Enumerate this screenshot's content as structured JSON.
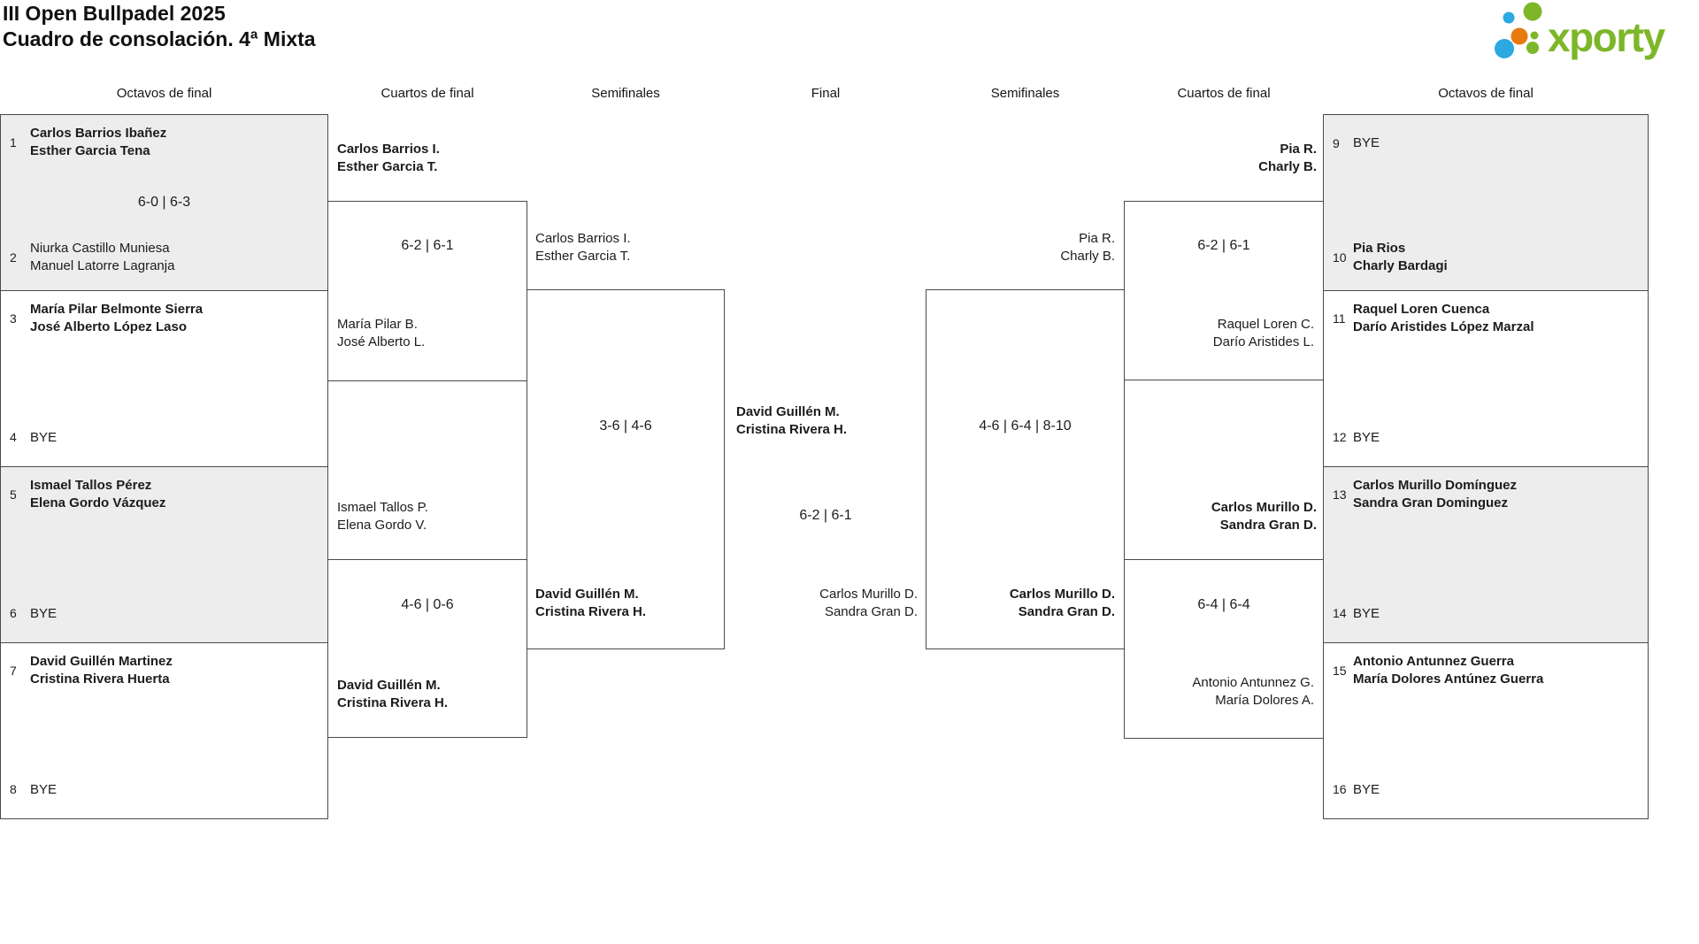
{
  "header": {
    "title_line1": "III Open Bullpadel 2025",
    "title_line2": "Cuadro de consolación. 4ª Mixta"
  },
  "logo": {
    "text": "xporty"
  },
  "colors": {
    "brand_green": "#7db629",
    "dot_blue": "#2ba9e0",
    "dot_orange": "#e8790f",
    "box_shade": "#ededed",
    "line": "#4a4a4a"
  },
  "round_labels": [
    "Octavos de final",
    "Cuartos de final",
    "Semifinales",
    "Final",
    "Semifinales",
    "Cuartos de final",
    "Octavos de final"
  ],
  "left_octavos": [
    {
      "num": "1",
      "name1": "Carlos Barrios Ibañez",
      "name2": "Esther Garcia Tena"
    },
    {
      "num": "2",
      "name1": "Niurka Castillo Muniesa",
      "name2": "Manuel Latorre Lagranja"
    },
    {
      "num": "3",
      "name1": "María Pilar Belmonte Sierra",
      "name2": "José Alberto López Laso"
    },
    {
      "num": "4",
      "name1": "BYE"
    },
    {
      "num": "5",
      "name1": "Ismael Tallos Pérez",
      "name2": "Elena Gordo Vázquez"
    },
    {
      "num": "6",
      "name1": "BYE"
    },
    {
      "num": "7",
      "name1": "David Guillén Martinez",
      "name2": "Cristina Rivera Huerta"
    },
    {
      "num": "8",
      "name1": "BYE"
    }
  ],
  "right_octavos": [
    {
      "num": "9",
      "name1": "BYE"
    },
    {
      "num": "10",
      "name1": "Pia Rios",
      "name2": "Charly Bardagi"
    },
    {
      "num": "11",
      "name1": "Raquel Loren Cuenca",
      "name2": "Darío Aristides López Marzal"
    },
    {
      "num": "12",
      "name1": "BYE"
    },
    {
      "num": "13",
      "name1": "Carlos Murillo Domínguez",
      "name2": "Sandra Gran Dominguez"
    },
    {
      "num": "14",
      "name1": "BYE"
    },
    {
      "num": "15",
      "name1": "Antonio Antunnez Guerra",
      "name2": "María Dolores Antúnez Guerra"
    },
    {
      "num": "16",
      "name1": "BYE"
    }
  ],
  "left_qf": {
    "m1_top": {
      "name1": "Carlos Barrios I.",
      "name2": "Esther Garcia T."
    },
    "m1_bottom": {
      "name1": "María Pilar B.",
      "name2": "José Alberto L."
    },
    "m2_top": {
      "name1": "Ismael Tallos P.",
      "name2": "Elena Gordo V."
    },
    "m2_bottom": {
      "name1": "David Guillén M.",
      "name2": "Cristina Rivera H."
    }
  },
  "left_sf": {
    "top": {
      "name1": "Carlos Barrios I.",
      "name2": "Esther Garcia T."
    },
    "bottom": {
      "name1": "David Guillén M.",
      "name2": "Cristina Rivera H."
    }
  },
  "final": {
    "left": {
      "name1": "David Guillén M.",
      "name2": "Cristina Rivera H."
    },
    "right": {
      "name1": "Carlos Murillo D.",
      "name2": "Sandra Gran D."
    }
  },
  "right_sf": {
    "top": {
      "name1": "Pia R.",
      "name2": "Charly B."
    },
    "bottom": {
      "name1": "Carlos Murillo D.",
      "name2": "Sandra Gran D."
    }
  },
  "right_qf": {
    "m1_top": {
      "name1": "Pia R.",
      "name2": "Charly B."
    },
    "m1_bottom": {
      "name1": "Raquel Loren C.",
      "name2": "Darío Aristides L."
    },
    "m2_top": {
      "name1": "Carlos Murillo D.",
      "name2": "Sandra Gran D."
    },
    "m2_bottom": {
      "name1": "Antonio Antunnez G.",
      "name2": "María Dolores A."
    }
  },
  "scores": {
    "l16_m1": "6-0 | 6-3",
    "lqf_m1": "6-2 | 6-1",
    "lqf_m2": "4-6 | 0-6",
    "lsf": "3-6 | 4-6",
    "final": "6-2 | 6-1",
    "rsf": "4-6 | 6-4 | 8-10",
    "rqf_m1": "6-2 | 6-1",
    "rqf_m2": "6-4 | 6-4"
  }
}
